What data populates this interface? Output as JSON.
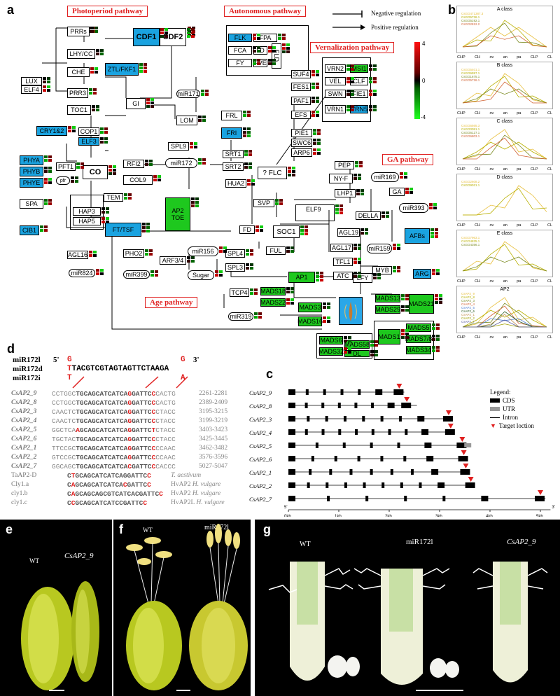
{
  "panels": {
    "a": "a",
    "b": "b",
    "c": "c",
    "d": "d",
    "e": "e",
    "f": "f",
    "g": "g"
  },
  "pathways": {
    "photoperiod": "Photoperiod pathway",
    "autonomous": "Autonomous pathway",
    "vernalization": "Vernalization pathway",
    "ga": "GA pathway",
    "age": "Age pathway"
  },
  "legend_a": {
    "negative": "Negative regulation",
    "positive": "Positive regulation"
  },
  "colorbar": {
    "max": "4",
    "mid": "0",
    "min": "-4"
  },
  "genes": {
    "prrs": "PRRs",
    "cdf1": "CDF1",
    "cdf2": "CDF2",
    "lhy": "LHY/CC",
    "che": "CHE",
    "ztl": "ZTL/FKF1",
    "lux": "LUX",
    "elf4": "ELF4",
    "prr3": "PRR3",
    "toc1": "TOC1",
    "gi": "GI",
    "mir171": "miR171",
    "lom": "LOM",
    "flk": "FLK",
    "fpa": "FPA",
    "fca": "FCA",
    "ld": "LD",
    "fy": "FY",
    "fve": "FVE",
    "fld": "FLD",
    "vrn2": "VRN2",
    "msi1": "MSI1",
    "vel": "VEL",
    "clf": "CLF",
    "swn": "SWN",
    "fie1": "FIE1",
    "vrn1": "VRN1",
    "vrn5": "VRN5",
    "suf4": "SUF4",
    "fes1": "FES1",
    "paf1": "PAF1",
    "efs": "EFS",
    "pie1": "PIE1",
    "swc6": "SWC6",
    "arp6": "ARP6",
    "frl": "FRL",
    "fri": "FRI",
    "cry": "CRY1&2",
    "cop1": "COP1",
    "elf3": "ELF3",
    "spl9": "SPL9",
    "mir172": "miR172",
    "rfi2": "RFI2",
    "col9": "COL9",
    "srt1": "SRT1",
    "srt2": "SRT2",
    "flc": "? FLC",
    "pep": "PEP",
    "nyf": "NY-F",
    "mir169": "miR169",
    "phya": "PHYA",
    "phyb": "PHYB",
    "phye": "PHYE",
    "pft1": "PFT1",
    "co": "CO",
    "pfr": "pfr",
    "spa": "SPA",
    "hap3": "HAP3",
    "hap5": "HAP5",
    "tem": "TEM",
    "ap2": "AP2",
    "toe": "TOE",
    "hua2": "HUA2",
    "svp": "SVP",
    "lhp1": "LHP1",
    "ga": "GA",
    "elf9": "ELF9",
    "della": "DELLA",
    "mir393": "miR393",
    "cib1": "CIB1",
    "ftsf": "FT/TSF",
    "fd": "FD",
    "soc1": "SOC1",
    "agl19": "AGL19",
    "mir159": "miR159",
    "afbs": "AFBs",
    "agl17": "AGL17",
    "agl16": "AGL16",
    "pho2": "PHO2",
    "arf34": "ARF3/4",
    "mir156": "miR156",
    "spl4": "SPL4",
    "ful": "FUL",
    "tfl1": "TFL1",
    "myb": "MYB",
    "atc": "ATC",
    "mir824": "miR824",
    "mir399": "miR399",
    "spl3": "SPL3",
    "sugar": "Sugar",
    "ap1": "AP1",
    "lfy": "LFY",
    "arg": "ARG",
    "tcp4": "TCP4",
    "mads18": "MADS18",
    "mads22": "MADS22",
    "mads13": "MADS13",
    "mads29": "MADS29",
    "mads21": "MADS21",
    "mir319": "miR319",
    "mads3": "MADS3",
    "mads16": "MADS16",
    "mads5": "MADS5",
    "mads78": "MADS7/8",
    "mads1": "MADS1",
    "mads34": "MADS34",
    "mads58": "MADS58",
    "mads32": "MADS32",
    "dl": "DL",
    "mads6": "MADS6"
  },
  "panel_b": {
    "titles": [
      "A class",
      "B class",
      "C class",
      "D class",
      "E class",
      "AP2"
    ],
    "xticks": [
      "CHP",
      "CH",
      "ov",
      "an",
      "pa",
      "CLP",
      "CL"
    ],
    "series": [
      [
        "CsGG471387.3",
        "CsGG5736.1",
        "CsGG5192.1",
        "CsGG2812.2"
      ],
      [
        "CsGG5401.1",
        "CsGG6997.1",
        "CsGG1675.1",
        "CsGG5726.1"
      ],
      [
        "CsGG6565.3",
        "CsGG0051.1",
        "CsGG6127.1",
        "CsGG6803.1"
      ],
      [
        "CsGG2608.2",
        "CsGG9021.1"
      ],
      [
        "CsGG7963.1",
        "CsGG4825.1",
        "CsGG4356.1"
      ],
      [
        "CsAP2_9",
        "CsAP2_8",
        "CsAP2_3",
        "CsAP2_4",
        "CsAP2_5",
        "CsAP2_6",
        "CsAP2_1",
        "CsAP2_2",
        "CsAP2_7"
      ]
    ]
  },
  "panel_d": {
    "mirnas": [
      {
        "name": "miR172l",
        "seq_left": "G",
        "seq_right": "G"
      },
      {
        "name": "miR172d",
        "seq": "TACGTCGTAGTAGTTCTAAGA"
      },
      {
        "name": "miR172i",
        "seq_left": "T",
        "seq_right": "A"
      }
    ],
    "prime5": "5'",
    "prime3": "3'",
    "rows": [
      {
        "name": "CsAP2_9",
        "pre": "CCTGGC",
        "core": "TGCAGCATCATCAGGATTCC",
        "post": "CACTG",
        "range": "2261-2281"
      },
      {
        "name": "CsAP2_8",
        "pre": "CCTGGC",
        "core": "TGCAGCATCATCAGGATTCC",
        "post": "CACTG",
        "range": "2389-2409"
      },
      {
        "name": "CsAP2_3",
        "pre": "CAACTC",
        "core": "TGCAGCATCATCAGGATTCC",
        "post": "CTACC",
        "range": "3195-3215"
      },
      {
        "name": "CsAP2_4",
        "pre": "CAACTC",
        "core": "TGCAGCATCATCAGGATTCC",
        "post": "CTACC",
        "range": "3199-3219"
      },
      {
        "name": "CsAP2_5",
        "pre": "GGCTCA",
        "core": "AGCAGCATCATCAGGATTCT",
        "post": "CTACC",
        "range": "3403-3423"
      },
      {
        "name": "CsAP2_6",
        "pre": "TGCTAC",
        "core": "TGCAGCATCATCAGGATTCC",
        "post": "CTACC",
        "range": "3425-3445"
      },
      {
        "name": "CsAP2_1",
        "pre": "TTCCGC",
        "core": "TGCAGCATCATCAGGATTCC",
        "post": "CCAAC",
        "range": "3462-3482"
      },
      {
        "name": "CsAP2_2",
        "pre": "GTCCGC",
        "core": "TGCAGCATCATCAGGATTCC",
        "post": "CCAAC",
        "range": "3576-3596"
      },
      {
        "name": "CsAP2_7",
        "pre": "GGCAGC",
        "core": "TGCAGCATCATCACGATTCC",
        "post": "CACCC",
        "range": "5027-5047"
      }
    ],
    "others": [
      {
        "name": "TaAP2-D",
        "core": "CTGCAGCATCATCAGGATTCC",
        "gene": "",
        "species": "T. aestivum"
      },
      {
        "name": "Cly1.a",
        "core": "CAGCAGCATCATCACGATTCC",
        "gene": "HvAP2",
        "species": "H. vulgare"
      },
      {
        "name": "cly1.b",
        "core": "CAGCAGCAGCGTCATCACGATTCC",
        "gene": "HvAP2",
        "species": "H. vulgare"
      },
      {
        "name": "cly1.c",
        "core": "CCGCAGCATCATCCGATTCC",
        "gene": "HvAP2L",
        "species": "H. vulgare"
      }
    ]
  },
  "panel_c": {
    "genes": [
      "CsAP2_9",
      "CsAP2_8",
      "CsAP2_3",
      "CsAP2_4",
      "CsAP2_5",
      "CsAP2_6",
      "CsAP2_1",
      "CsAP2_2",
      "CsAP2_7"
    ],
    "targets_kb": [
      2.2,
      2.35,
      3.18,
      3.22,
      3.45,
      3.48,
      3.52,
      3.62,
      5.0
    ],
    "lengths_kb": [
      2.3,
      2.55,
      3.25,
      3.3,
      3.6,
      3.55,
      3.6,
      3.7,
      5.1
    ],
    "axis": [
      "0kb",
      "1kb",
      "2kb",
      "3kb",
      "4kb",
      "5kb"
    ],
    "prime5": "5'",
    "prime3": "3'",
    "legend": {
      "title": "Legend:",
      "cds": "CDS",
      "utr": "UTR",
      "intron": "Intron",
      "target": "Target loction"
    }
  },
  "photos": {
    "e": {
      "wt": "WT",
      "mut": "CsAP2_9"
    },
    "f": {
      "wt": "WT",
      "mut": "miR172l"
    },
    "g": {
      "wt": "WT",
      "mut1": "miR172l",
      "mut2": "CsAP2_9"
    }
  }
}
